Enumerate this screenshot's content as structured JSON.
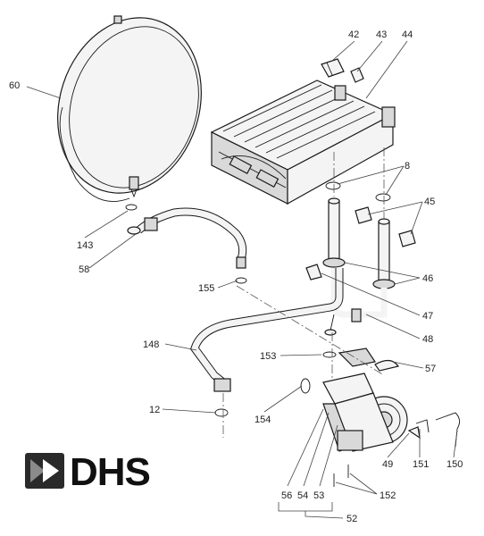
{
  "brand": {
    "logo_text": "DHS",
    "accent_color": "#2a2a2a",
    "icon": "double-arrow-icon"
  },
  "labels": {
    "l8": "8",
    "l12": "12",
    "l42": "42",
    "l43": "43",
    "l44": "44",
    "l45": "45",
    "l46": "46",
    "l47": "47",
    "l48": "48",
    "l49": "49",
    "l52": "52",
    "l53": "53",
    "l54": "54",
    "l56": "56",
    "l57": "57",
    "l58": "58",
    "l60": "60",
    "l143": "143",
    "l148": "148",
    "l150": "150",
    "l151": "151",
    "l152": "152",
    "l153": "153",
    "l154": "154",
    "l155": "155"
  }
}
